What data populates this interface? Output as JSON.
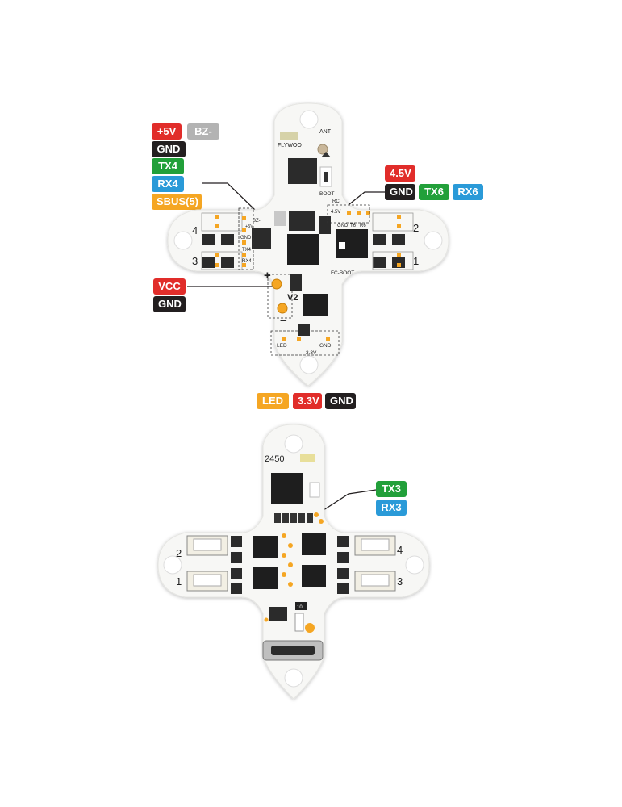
{
  "top_board": {
    "labels_left": {
      "v5": "+5V",
      "bz": "BZ-",
      "gnd": "GND",
      "tx4": "TX4",
      "rx4": "RX4",
      "sbus": "SBUS(5)",
      "vcc": "VCC",
      "gnd2": "GND"
    },
    "labels_right": {
      "v45": "4.5V",
      "gnd": "GND",
      "tx6": "TX6",
      "rx6": "RX6"
    },
    "labels_bottom": {
      "led": "LED",
      "v33": "3.3V",
      "gnd": "GND"
    },
    "silkscreen": {
      "brand": "FLYWOO",
      "ant": "ANT",
      "boot": "BOOT",
      "fc_boot": "FC-BOOT",
      "v2": "V2",
      "motor4": "4",
      "motor3": "3",
      "motor2": "2",
      "motor1": "1",
      "pad_5v": "+5V",
      "pad_bz": "BZ-",
      "pad_gnd": "GND",
      "pad_tx4": "TX4",
      "pad_rx4": "RX4",
      "pad_45v": "4.5V",
      "pad_gnd_r": "GND",
      "pad_t6": "T6",
      "pad_r6": "R6",
      "pad_led": "LED",
      "pad_33v": "3.3V",
      "pad_gnd_b": "GND",
      "plus": "+",
      "minus": "−",
      "rc": "RC"
    }
  },
  "bottom_board": {
    "labels_right": {
      "tx3": "TX3",
      "rx3": "RX3"
    },
    "silkscreen": {
      "model": "2450",
      "motor2": "2",
      "motor1": "1",
      "motor4": "4",
      "motor3": "3",
      "num10": "10"
    }
  },
  "colors": {
    "red": "#e12d2a",
    "black": "#231f20",
    "green": "#22a03a",
    "blue": "#2a9ad8",
    "orange": "#f5a623",
    "grey": "#b3b3b3",
    "pad": "#f5a623",
    "chip": "#2b2b2b"
  }
}
